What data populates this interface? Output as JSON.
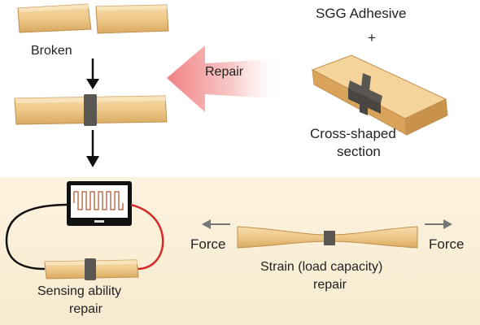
{
  "labels": {
    "broken": "Broken",
    "adhesive": "SGG Adhesive",
    "plus": "+",
    "repair": "Repair",
    "cross_line1": "Cross-shaped",
    "cross_line2": "section",
    "force_left": "Force",
    "force_right": "Force",
    "strain_line1": "Strain (load capacity)",
    "strain_line2": "repair",
    "sensing_line1": "Sensing ability",
    "sensing_line2": "repair"
  },
  "colors": {
    "top_background": "#ffffff",
    "bottom_background": "#fbefd6",
    "specimen_fill": "#eec88a",
    "specimen_edge": "#b88a48",
    "adhesive_band": "#5a5651",
    "repair_arrow": "#f08a8a",
    "wire_red": "#d52a2a",
    "wire_black": "#111111",
    "signal_line": "#c07050"
  },
  "icons": [
    "down-arrow-icon",
    "repair-arrow-icon",
    "left-arrow-icon",
    "right-arrow-icon",
    "monitor-icon",
    "square-wave-signal"
  ]
}
